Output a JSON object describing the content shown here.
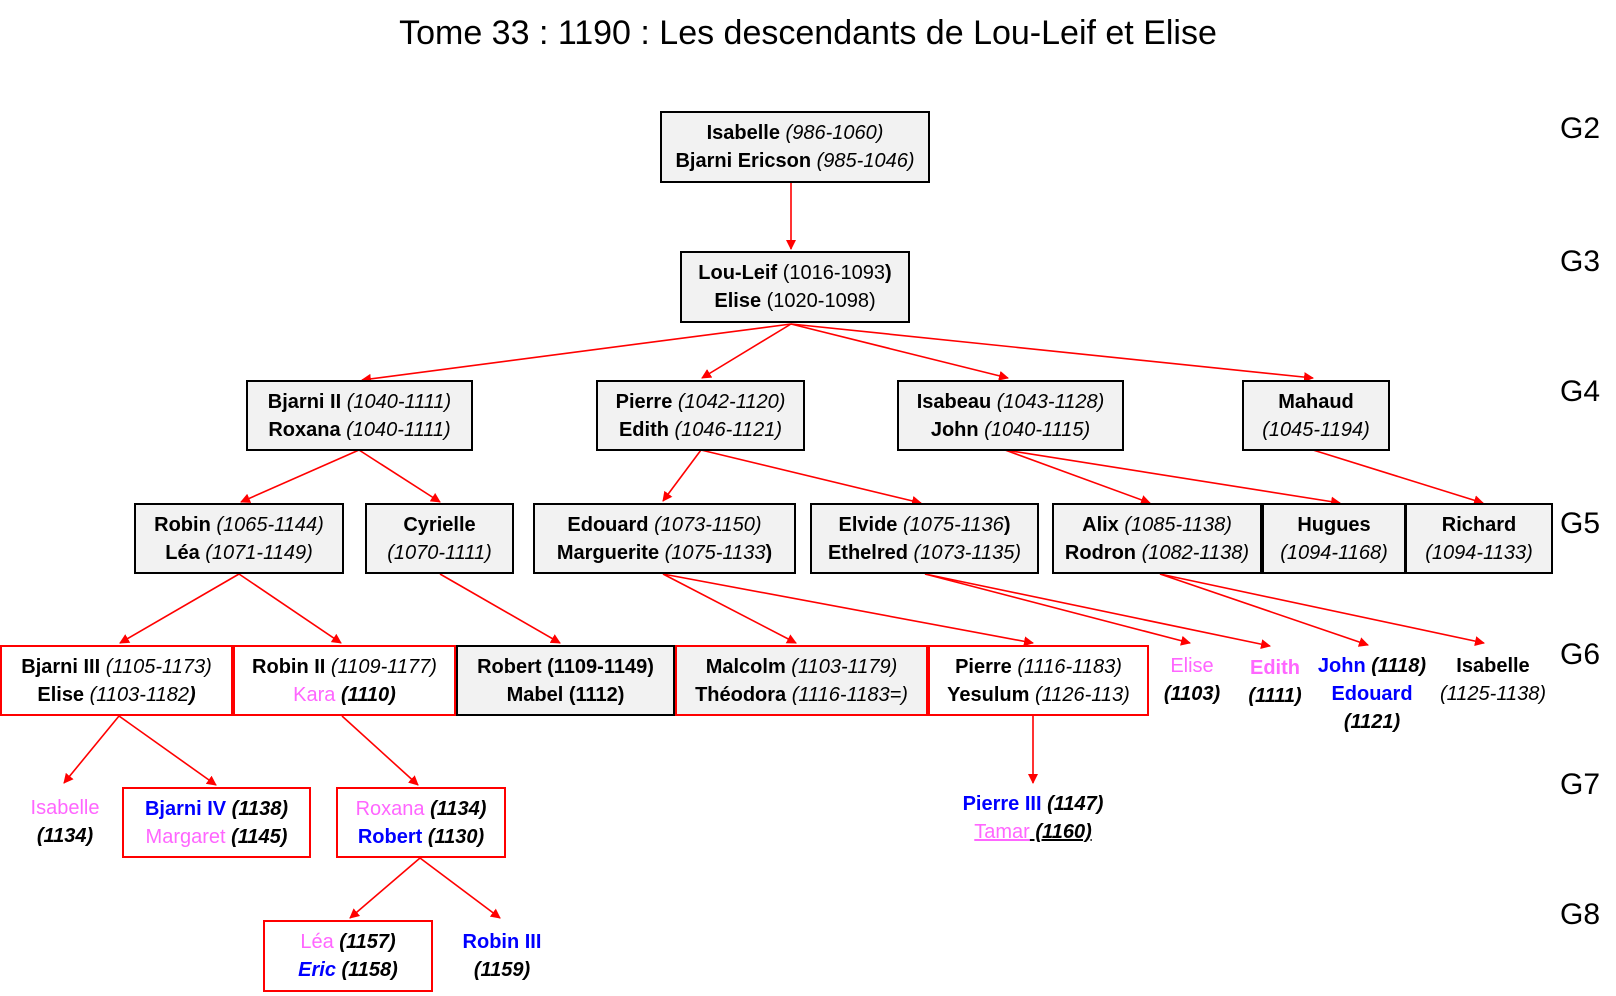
{
  "title": "Tome 33 : 1190 : Les descendants de Lou-Leif et Elise",
  "generations": [
    "G2",
    "G3",
    "G4",
    "G5",
    "G6",
    "G7",
    "G8"
  ],
  "colors": {
    "arrow": "#ff0000",
    "box_border": "#000000",
    "highlight_border": "#ff0000",
    "box_fill": "#f2f2f2",
    "pink": "#ff66ff",
    "blue": "#0000ff"
  },
  "nodes": {
    "isabelle_bjarni": [
      [
        {
          "t": "Isabelle",
          "b": 1
        },
        {
          "t": " (986-1060)",
          "i": 1
        }
      ],
      [
        {
          "t": "Bjarni Ericson",
          "b": 1
        },
        {
          "t": " (985-1046)",
          "i": 1
        }
      ]
    ],
    "louleif_elise": [
      [
        {
          "t": "Lou-Leif",
          "b": 1
        },
        {
          "t": " (1016-1093"
        },
        {
          "t": ")",
          "b": 1
        }
      ],
      [
        {
          "t": "Elise",
          "b": 1
        },
        {
          "t": " (1020-1098)"
        }
      ]
    ],
    "bjarni2_roxana": [
      [
        {
          "t": "Bjarni II",
          "b": 1
        },
        {
          "t": " (1040-1111)",
          "i": 1
        }
      ],
      [
        {
          "t": "Roxana",
          "b": 1
        },
        {
          "t": " (1040-1111)",
          "i": 1
        }
      ]
    ],
    "pierre_edith": [
      [
        {
          "t": "Pierre",
          "b": 1
        },
        {
          "t": " (1042-1120)",
          "i": 1
        }
      ],
      [
        {
          "t": "Edith",
          "b": 1
        },
        {
          "t": " (1046-1121)",
          "i": 1
        }
      ]
    ],
    "isabeau_john": [
      [
        {
          "t": "Isabeau",
          "b": 1
        },
        {
          "t": " (1043-1128)",
          "i": 1
        }
      ],
      [
        {
          "t": "John",
          "b": 1
        },
        {
          "t": " (1040-1115)",
          "i": 1
        }
      ]
    ],
    "mahaud": [
      [
        {
          "t": "Mahaud",
          "b": 1
        }
      ],
      [
        {
          "t": "(1045-1194)",
          "i": 1
        }
      ]
    ],
    "robin_lea": [
      [
        {
          "t": "Robin",
          "b": 1
        },
        {
          "t": " (1065-1144)",
          "i": 1
        }
      ],
      [
        {
          "t": "Léa",
          "b": 1
        },
        {
          "t": " (1071-1149)",
          "i": 1
        }
      ]
    ],
    "cyrielle": [
      [
        {
          "t": "Cyrielle",
          "b": 1
        }
      ],
      [
        {
          "t": "(1070-1111)",
          "i": 1
        }
      ]
    ],
    "edouard_marguerite": [
      [
        {
          "t": "Edouard",
          "b": 1
        },
        {
          "t": " (1073-1150)",
          "i": 1
        }
      ],
      [
        {
          "t": "Marguerite",
          "b": 1
        },
        {
          "t": " (1075-1133",
          "i": 1
        },
        {
          "t": ")",
          "b": 1
        }
      ]
    ],
    "elvide_ethelred": [
      [
        {
          "t": "Elvide",
          "b": 1
        },
        {
          "t": " (1075-1136",
          "i": 1
        },
        {
          "t": ")",
          "b": 1
        }
      ],
      [
        {
          "t": "Ethelred",
          "b": 1
        },
        {
          "t": " (1073-1135)",
          "i": 1
        }
      ]
    ],
    "alix_rodron": [
      [
        {
          "t": "Alix",
          "b": 1
        },
        {
          "t": " (1085-1138)",
          "i": 1
        }
      ],
      [
        {
          "t": "Rodron",
          "b": 1
        },
        {
          "t": " (1082-1138)",
          "i": 1
        }
      ]
    ],
    "hugues": [
      [
        {
          "t": "Hugues",
          "b": 1
        }
      ],
      [
        {
          "t": "(1094-1168)",
          "i": 1
        }
      ]
    ],
    "richard": [
      [
        {
          "t": "Richard",
          "b": 1
        }
      ],
      [
        {
          "t": "(1094-1133)",
          "i": 1
        }
      ]
    ],
    "bjarni3_elise": [
      [
        {
          "t": "Bjarni III",
          "b": 1
        },
        {
          "t": " (1105-1173)",
          "i": 1
        }
      ],
      [
        {
          "t": "Elise",
          "b": 1
        },
        {
          "t": " (1103-1182",
          "i": 1
        },
        {
          "t": ")",
          "b": 1,
          "i": 1
        }
      ]
    ],
    "robin2_kara": [
      [
        {
          "t": "Robin II",
          "b": 1
        },
        {
          "t": " (1109-1177)",
          "i": 1
        }
      ],
      [
        {
          "t": "Kara",
          "c": "pink"
        },
        {
          "t": " (1110)",
          "b": 1,
          "i": 1
        }
      ]
    ],
    "robert_mabel": [
      [
        {
          "t": "Robert (1109-1149)",
          "b": 1
        }
      ],
      [
        {
          "t": "Mabel (1112)",
          "b": 1
        }
      ]
    ],
    "malcolm_theodora": [
      [
        {
          "t": "Malcolm",
          "b": 1
        },
        {
          "t": " (1103-1179)",
          "i": 1
        }
      ],
      [
        {
          "t": "Théodora",
          "b": 1
        },
        {
          "t": " (1116-1183=)",
          "i": 1
        }
      ]
    ],
    "pierre_yesulum": [
      [
        {
          "t": "Pierre",
          "b": 1
        },
        {
          "t": " (1116-1183)",
          "i": 1
        }
      ],
      [
        {
          "t": "Yesulum",
          "b": 1
        },
        {
          "t": " (1126-113)",
          "i": 1
        }
      ]
    ],
    "elise_1103": [
      [
        {
          "t": "Elise",
          "c": "pink"
        }
      ],
      [
        {
          "t": "(1103)",
          "b": 1,
          "i": 1
        }
      ]
    ],
    "edith_1111": [
      [
        {
          "t": "Edith",
          "b": 1,
          "c": "pink"
        }
      ],
      [
        {
          "t": "(1111)",
          "b": 1,
          "i": 1
        }
      ]
    ],
    "john_edouard": [
      [
        {
          "t": "John",
          "b": 1,
          "c": "blue"
        },
        {
          "t": " (1118)",
          "b": 1,
          "i": 1
        }
      ],
      [
        {
          "t": "Edouard",
          "b": 1,
          "c": "blue"
        }
      ],
      [
        {
          "t": "(1121)",
          "b": 1,
          "i": 1
        }
      ]
    ],
    "isabelle_1125": [
      [
        {
          "t": "Isabelle",
          "b": 1
        }
      ],
      [
        {
          "t": "(1125-1138)",
          "i": 1
        }
      ]
    ],
    "isabelle_1134": [
      [
        {
          "t": "Isabelle",
          "c": "pink"
        }
      ],
      [
        {
          "t": "(1134)",
          "b": 1,
          "i": 1
        }
      ]
    ],
    "bjarni4_margaret": [
      [
        {
          "t": "Bjarni IV",
          "b": 1,
          "c": "blue"
        },
        {
          "t": " (1138)",
          "b": 1,
          "i": 1
        }
      ],
      [
        {
          "t": "Margaret",
          "c": "pink"
        },
        {
          "t": " (1145)",
          "b": 1,
          "i": 1
        }
      ]
    ],
    "roxana_robert": [
      [
        {
          "t": "Roxana",
          "c": "pink"
        },
        {
          "t": " (1134)",
          "b": 1,
          "i": 1
        }
      ],
      [
        {
          "t": "Robert",
          "b": 1,
          "c": "blue"
        },
        {
          "t": " (1130)",
          "b": 1,
          "i": 1
        }
      ]
    ],
    "pierre3_tamar": [
      [
        {
          "t": "Pierre III",
          "b": 1,
          "c": "blue"
        },
        {
          "t": " (1147)",
          "b": 1,
          "i": 1
        }
      ],
      [
        {
          "t": "Tamar",
          "c": "pink",
          "u": 1
        },
        {
          "t": " (1160)",
          "b": 1,
          "i": 1,
          "u": 1
        }
      ]
    ],
    "lea_eric": [
      [
        {
          "t": "Léa",
          "c": "pink"
        },
        {
          "t": " (1157)",
          "b": 1,
          "i": 1
        }
      ],
      [
        {
          "t": "Eric",
          "b": 1,
          "i": 1,
          "c": "blue"
        },
        {
          "t": " (1158)",
          "b": 1,
          "i": 1
        }
      ]
    ],
    "robin3": [
      [
        {
          "t": "Robin III",
          "b": 1,
          "c": "blue"
        }
      ],
      [
        {
          "t": "(1159)",
          "b": 1,
          "i": 1
        }
      ]
    ]
  }
}
